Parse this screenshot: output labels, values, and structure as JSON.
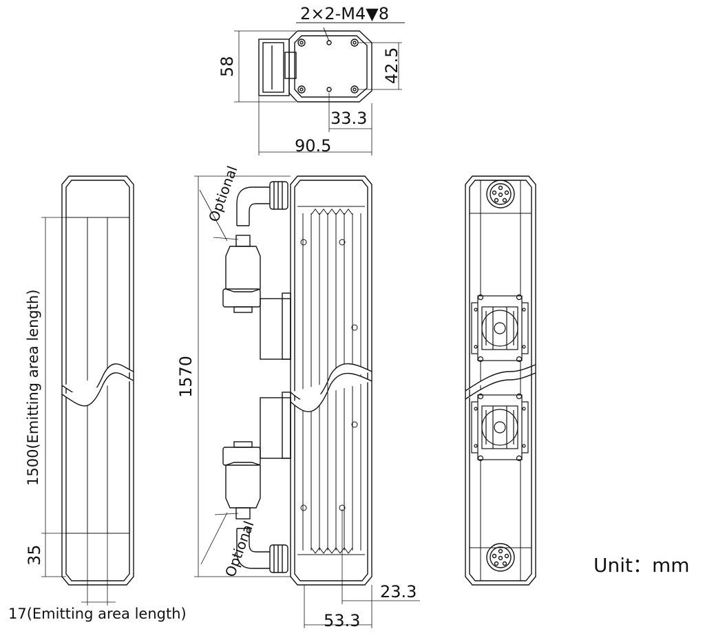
{
  "dims": {
    "hole_spec": "2×2-M4▼8",
    "d_58": "58",
    "d_42_5": "42.5",
    "d_33_3": "33.3",
    "d_90_5": "90.5",
    "d_1500": "1500(Emitting area length)",
    "d_35": "35",
    "d_17": "17(Emitting area length)",
    "d_1570": "1570",
    "d_23_3": "23.3",
    "d_53_3": "53.3"
  },
  "notes": {
    "optional_top": "Optional",
    "optional_bottom": "Optional",
    "unit": "Unit：mm"
  }
}
